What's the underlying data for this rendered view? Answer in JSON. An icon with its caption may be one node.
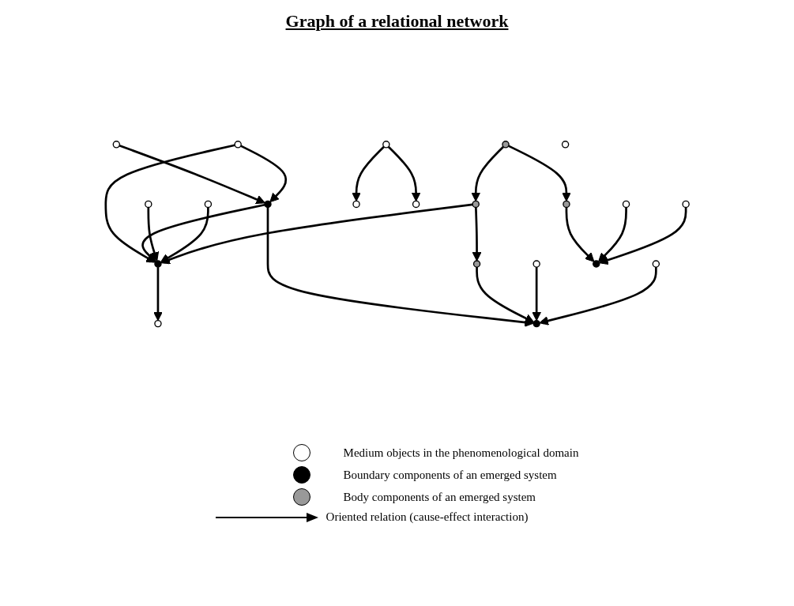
{
  "diagram": {
    "title": "Graph of a relational network",
    "nodes": [
      {
        "text": [],
        "shape": "circle"
      },
      {
        "text": [],
        "shape": "circle"
      },
      {
        "text": [],
        "shape": "circle"
      },
      {
        "text": [],
        "shape": "circle"
      },
      {
        "text": [],
        "shape": "circle"
      },
      {
        "text": [],
        "shape": "circle"
      },
      {
        "text": [],
        "shape": "circle"
      },
      {
        "text": [],
        "shape": "circle"
      },
      {
        "text": [],
        "shape": "circle"
      },
      {
        "text": [],
        "shape": "circle"
      },
      {
        "text": [],
        "shape": "circle"
      },
      {
        "text": [],
        "shape": "circle"
      },
      {
        "text": [],
        "shape": "circle"
      },
      {
        "text": [],
        "shape": "circle"
      },
      {
        "text": [],
        "shape": "circle"
      },
      {
        "text": [],
        "shape": "circle"
      },
      {
        "text": [],
        "shape": "circle"
      },
      {
        "text": [],
        "shape": "circle"
      },
      {
        "text": [],
        "shape": "circle"
      },
      {
        "text": [],
        "shape": "circle"
      },
      {
        "text": [],
        "shape": "circle"
      }
    ],
    "edges": [
      {
        "from": 0,
        "to": 4,
        "arrow": "to"
      },
      {
        "from": 3,
        "to": 4,
        "arrow": "to"
      },
      {
        "from": 3,
        "to": 5,
        "arrow": "to"
      },
      {
        "from": 4,
        "to": 5,
        "arrow": "to"
      },
      {
        "from": 2,
        "to": 5,
        "arrow": "to"
      },
      {
        "from": 1,
        "to": 5,
        "arrow": "to"
      },
      {
        "from": 5,
        "to": 6,
        "arrow": "to"
      },
      {
        "from": 8,
        "to": 7,
        "arrow": "to"
      },
      {
        "from": 8,
        "to": 5,
        "arrow": "to"
      },
      {
        "from": 4,
        "to": 9,
        "arrow": "to"
      },
      {
        "from": 7,
        "to": 9,
        "arrow": "to"
      },
      {
        "from": 10,
        "to": 9,
        "arrow": "to"
      },
      {
        "from": 11,
        "to": 8,
        "arrow": "to"
      },
      {
        "from": 13,
        "to": 12,
        "arrow": "to"
      },
      {
        "from": 13,
        "to": 14,
        "arrow": "to"
      },
      {
        "from": 11,
        "to": 17,
        "arrow": "to"
      },
      {
        "from": 18,
        "to": 9,
        "arrow": "to"
      },
      {
        "from": 17,
        "to": 19,
        "arrow": "to"
      },
      {
        "from": 16,
        "to": 19,
        "arrow": "to"
      },
      {
        "from": 20,
        "to": 19,
        "arrow": "to"
      }
    ],
    "legend": [
      {
        "text": "Medium objects in the phenomenological domain",
        "color": "#ffffff"
      },
      {
        "text": "Boundary components of an emerged system",
        "color": "#000000"
      },
      {
        "text": "Body components of an emerged system",
        "color": "#999999"
      },
      {
        "text": "Oriented relation (cause-effect interaction)"
      }
    ]
  }
}
